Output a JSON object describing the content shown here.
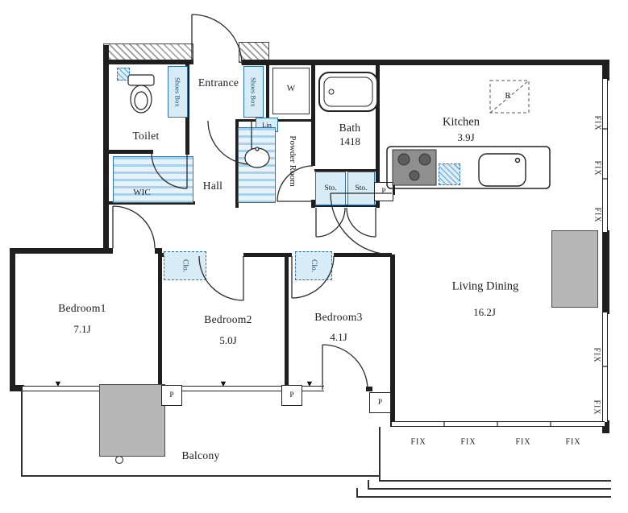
{
  "fp": {
    "rooms": {
      "toilet": "Toilet",
      "entrance": "Entrance",
      "hall": "Hall",
      "bath": "Bath",
      "bath_size": "1418",
      "powder_room": "Powder Room",
      "kitchen": "Kitchen",
      "kitchen_size": "3.9J",
      "living_dining": "Living Dining",
      "living_dining_size": "16.2J",
      "bedroom1": "Bedroom1",
      "bedroom1_size": "7.1J",
      "bedroom2": "Bedroom2",
      "bedroom2_size": "5.0J",
      "bedroom3": "Bedroom3",
      "bedroom3_size": "4.1J",
      "balcony": "Balcony"
    },
    "storage": {
      "shoes_box": "Shoes Box",
      "wic": "WIC",
      "linen": "Lin",
      "storage": "Sto.",
      "closet": "Clo."
    },
    "marks": {
      "washer": "W",
      "refrigerator": "R",
      "pipe_space": "P",
      "fixed_window": "FIX"
    },
    "colors": {
      "wall": "#1f1f1f",
      "fixture_fill": "#d8ecf7",
      "fixture_border": "#2f74a8",
      "shaft_gray": "#b7b7b7"
    }
  }
}
